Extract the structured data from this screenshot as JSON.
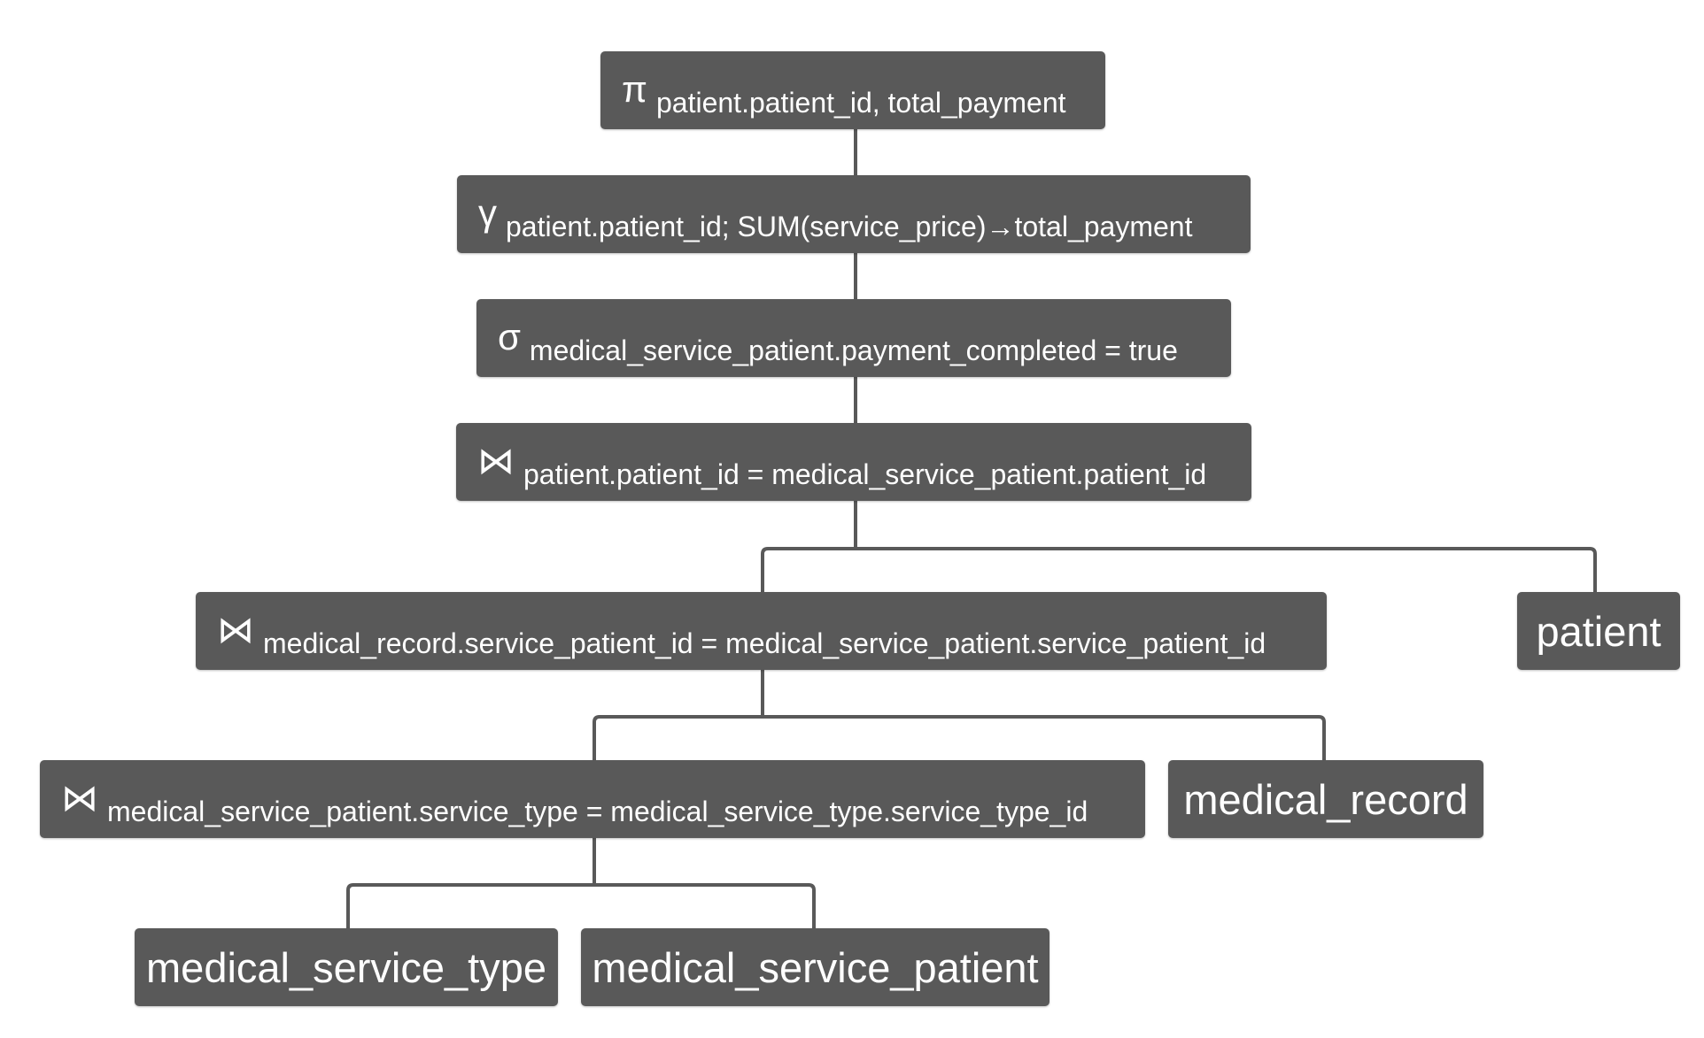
{
  "nodes": {
    "project": {
      "symbol": "π",
      "condition": "patient.patient_id, total_payment"
    },
    "group": {
      "symbol": "γ",
      "condition": "patient.patient_id; SUM(service_price)→total_payment"
    },
    "select": {
      "symbol": "σ",
      "condition": "medical_service_patient.payment_completed = true"
    },
    "join1": {
      "symbol": "⋈",
      "condition": "patient.patient_id = medical_service_patient.patient_id"
    },
    "join2": {
      "symbol": "⋈",
      "condition": "medical_record.service_patient_id = medical_service_patient.service_patient_id"
    },
    "patient": {
      "label": "patient"
    },
    "join3": {
      "symbol": "⋈",
      "condition": "medical_service_patient.service_type = medical_service_type.service_type_id"
    },
    "medical_record": {
      "label": "medical_record"
    },
    "medical_service_type": {
      "label": "medical_service_type"
    },
    "medical_service_patient": {
      "label": "medical_service_patient"
    }
  },
  "colors": {
    "node_fill": "#595959",
    "node_text": "#ffffff",
    "edge": "#595959"
  }
}
